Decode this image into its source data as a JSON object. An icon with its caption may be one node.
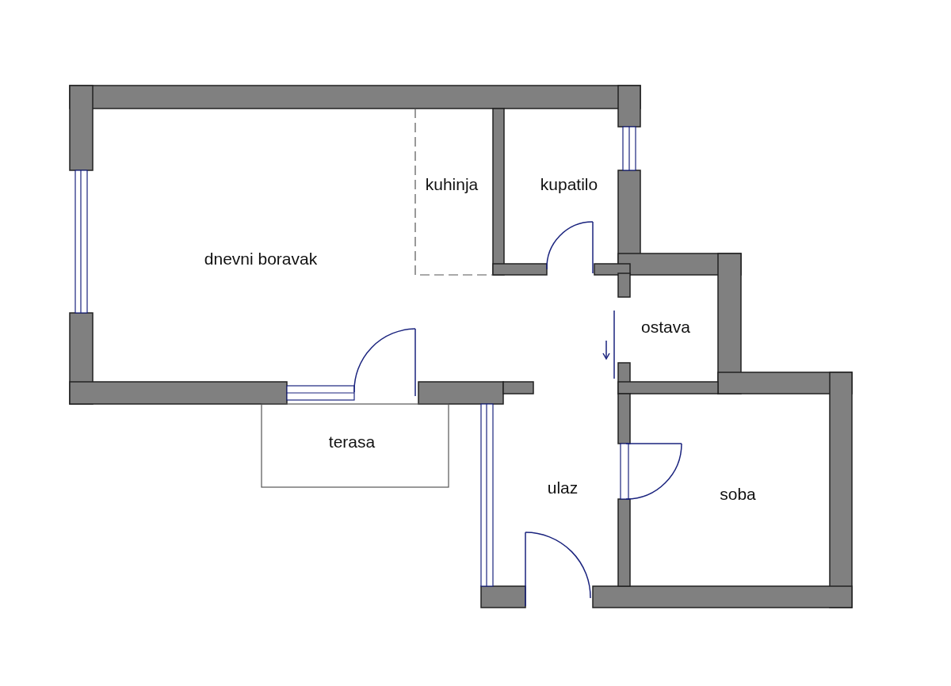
{
  "diagram": {
    "labels": [
      "kuhinja",
      "kupatilo",
      "dnevni boravak",
      "ostava",
      "terasa",
      "ulaz",
      "soba"
    ]
  }
}
